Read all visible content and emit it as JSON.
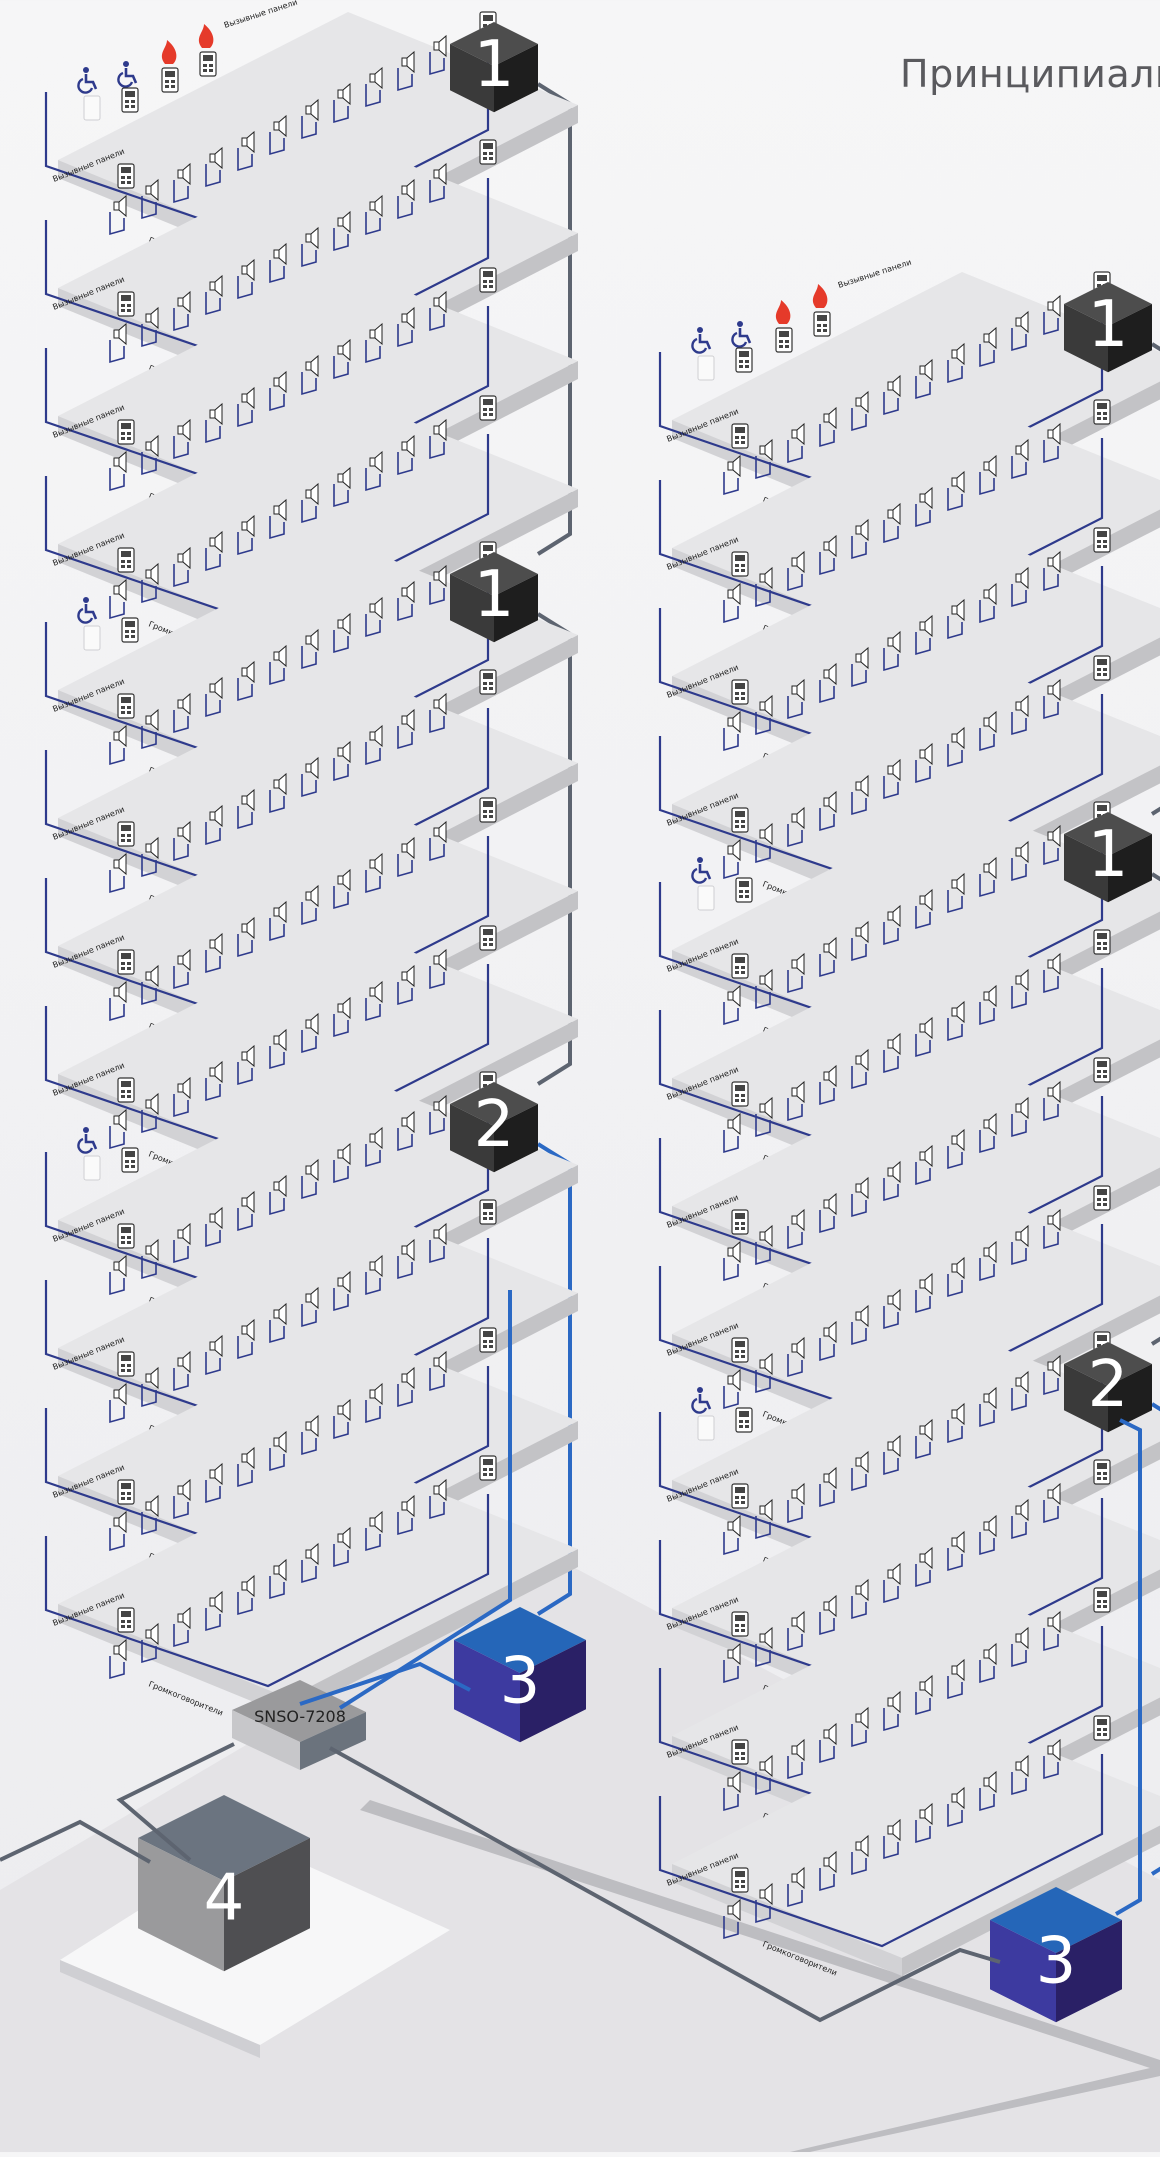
{
  "title": "Принципиальн",
  "labels": {
    "speakers": "Громкоговорители",
    "call_panels": "Вызывные панели"
  },
  "device": {
    "name": "SNSO-7208"
  },
  "colors": {
    "bus": "#2e3a8c",
    "riser": "#5d6470",
    "blue_line": "#2b69c4",
    "slab_top": "#e6e6e8",
    "slab_side": "#c3c3c6",
    "cube_dark": "#2b2b2b",
    "cube_blue": "#3d3aa0",
    "cube_gray": "#6b7480",
    "fire": "#e53a2a",
    "accessibility": "#2e3a8c"
  },
  "buildings": [
    {
      "id": "left",
      "sections": [
        {
          "cube": "1",
          "floors": 4
        },
        {
          "cube": "1",
          "floors": 4
        },
        {
          "cube": "2",
          "floors": 4
        }
      ],
      "base_cube": "3"
    },
    {
      "id": "right",
      "sections": [
        {
          "cube": "1",
          "floors": 4
        },
        {
          "cube": "1",
          "floors": 4
        },
        {
          "cube": "2",
          "floors": 4
        }
      ],
      "base_cube": "3"
    }
  ],
  "control_cube": "4",
  "icons": [
    "accessibility-icon",
    "fire-icon",
    "call-panel-icon",
    "speaker-icon"
  ]
}
